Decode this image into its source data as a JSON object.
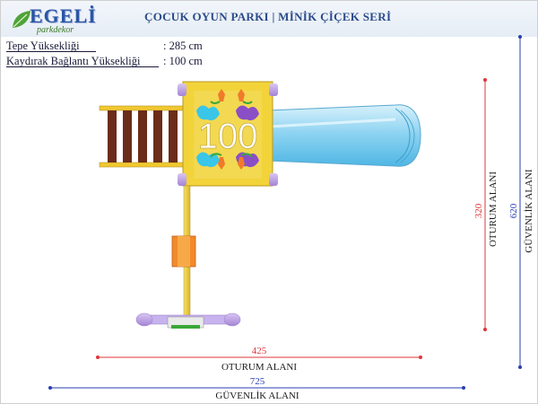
{
  "header": {
    "logo_main": "EGELİ",
    "logo_sub": "parkdekor",
    "title": "ÇOCUK OYUN PARKI  |  MİNİK ÇİÇEK SERİ"
  },
  "specs": [
    {
      "label": "Tepe Yüksekliği",
      "value": ": 285 cm"
    },
    {
      "label": "Kaydırak Bağlantı  Yüksekliği",
      "value": ": 100 cm"
    }
  ],
  "model_number": "100",
  "dimensions": {
    "seating_width": {
      "value": "425",
      "label": "OTURUM ALANI",
      "color": "#e0353a"
    },
    "safety_width": {
      "value": "725",
      "label": "GÜVENLİK ALANI",
      "color": "#2a3fb0"
    },
    "seating_depth": {
      "value": "320",
      "label": "OTURUM  ALANI",
      "color": "#e0353a"
    },
    "safety_depth": {
      "value": "620",
      "label": "GÜVENLİK ALANI",
      "color": "#2a3fb0"
    }
  },
  "colors": {
    "platform": "#f2d33a",
    "post": "#e8c72c",
    "slide": "#7fcdf0",
    "ladder_rail": "#f0c830",
    "ladder_step": "#6b2c1a",
    "tulip_orange": "#f07a2a",
    "tulip_cyan": "#39c6e8",
    "tulip_purple": "#8a4fc6",
    "leaf_green": "#3aa83a",
    "accent_purple": "#b99be0"
  }
}
